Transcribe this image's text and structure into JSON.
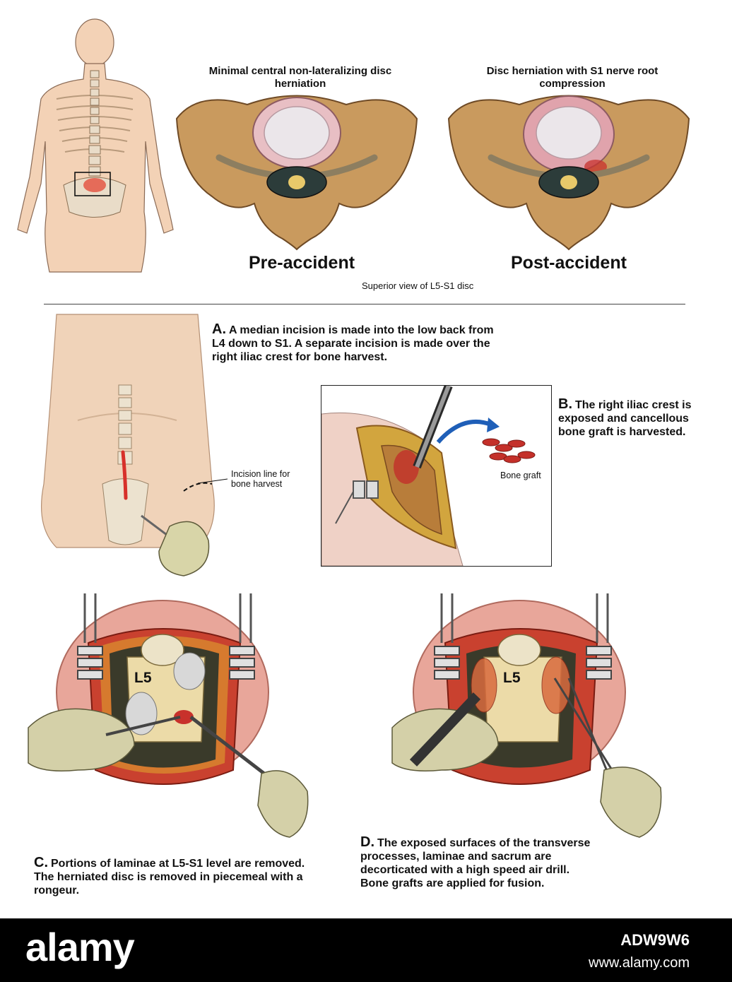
{
  "top": {
    "pre_caption": "Minimal central non-lateralizing disc herniation",
    "post_caption": "Disc herniation with S1 nerve root compression",
    "pre_label": "Pre-accident",
    "post_label": "Post-accident",
    "view_caption": "Superior view of L5-S1 disc"
  },
  "steps": {
    "a_letter": "A.",
    "a_text": "A median incision is made into the low back from L4 down to S1. A separate incision is made over the right iliac crest for bone harvest.",
    "a_callout": "Incision line for bone harvest",
    "b_letter": "B.",
    "b_text": "The right iliac crest is exposed and cancellous bone graft is harvested.",
    "b_callout": "Bone graft",
    "c_letter": "C.",
    "c_text": "Portions of laminae at L5-S1 level are removed. The herniated disc is removed in piecemeal with a rongeur.",
    "c_vertebra": "L5",
    "d_letter": "D.",
    "d_text": "The exposed surfaces of the transverse processes, laminae and sacrum are decorticated with a high speed air drill. Bone grafts are applied for fusion.",
    "d_vertebra": "L5"
  },
  "footer": {
    "brand": "alamy",
    "image_id": "ADW9W6",
    "url": "www.alamy.com"
  }
}
